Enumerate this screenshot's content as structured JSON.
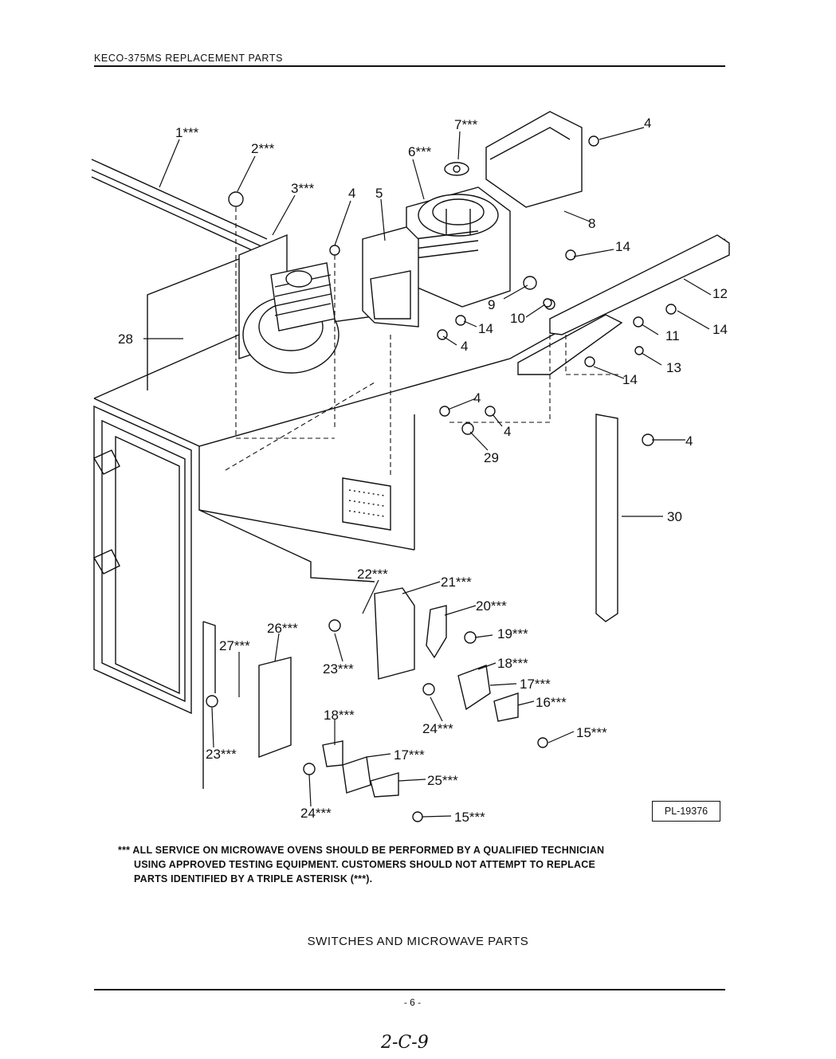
{
  "header": {
    "title": "KECO-375MS REPLACEMENT PARTS"
  },
  "callouts": [
    {
      "id": "c1",
      "text": "1***"
    },
    {
      "id": "c2",
      "text": "2***"
    },
    {
      "id": "c3",
      "text": "3***"
    },
    {
      "id": "c4a",
      "text": "4"
    },
    {
      "id": "c5",
      "text": "5"
    },
    {
      "id": "c6",
      "text": "6***"
    },
    {
      "id": "c7",
      "text": "7***"
    },
    {
      "id": "c4b",
      "text": "4"
    },
    {
      "id": "c8",
      "text": "8"
    },
    {
      "id": "c14a",
      "text": "14"
    },
    {
      "id": "c12",
      "text": "12"
    },
    {
      "id": "c14b",
      "text": "14"
    },
    {
      "id": "c9",
      "text": "9"
    },
    {
      "id": "c10",
      "text": "10"
    },
    {
      "id": "c14c",
      "text": "14"
    },
    {
      "id": "c11",
      "text": "11"
    },
    {
      "id": "c28",
      "text": "28"
    },
    {
      "id": "c4c",
      "text": "4"
    },
    {
      "id": "c13",
      "text": "13"
    },
    {
      "id": "c14d",
      "text": "14"
    },
    {
      "id": "c4d",
      "text": "4"
    },
    {
      "id": "c4e",
      "text": "4"
    },
    {
      "id": "c29",
      "text": "29"
    },
    {
      "id": "c4f",
      "text": "4"
    },
    {
      "id": "c30",
      "text": "30"
    },
    {
      "id": "c22",
      "text": "22***"
    },
    {
      "id": "c21",
      "text": "21***"
    },
    {
      "id": "c20",
      "text": "20***"
    },
    {
      "id": "c19",
      "text": "19***"
    },
    {
      "id": "c26",
      "text": "26***"
    },
    {
      "id": "c27",
      "text": "27***"
    },
    {
      "id": "c23a",
      "text": "23***"
    },
    {
      "id": "c18a",
      "text": "18***"
    },
    {
      "id": "c17a",
      "text": "17***"
    },
    {
      "id": "c16",
      "text": "16***"
    },
    {
      "id": "c24a",
      "text": "24***"
    },
    {
      "id": "c15a",
      "text": "15***"
    },
    {
      "id": "c18b",
      "text": "18***"
    },
    {
      "id": "c23b",
      "text": "23***"
    },
    {
      "id": "c17b",
      "text": "17***"
    },
    {
      "id": "c25",
      "text": "25***"
    },
    {
      "id": "c24b",
      "text": "24***"
    },
    {
      "id": "c15b",
      "text": "15***"
    }
  ],
  "diagram_id": "PL-19376",
  "note": {
    "line1": "*** ALL SERVICE ON MICROWAVE OVENS SHOULD BE PERFORMED BY A QUALIFIED TECHNICIAN",
    "line2": "USING APPROVED TESTING EQUIPMENT. CUSTOMERS SHOULD NOT ATTEMPT TO REPLACE",
    "line3": "PARTS IDENTIFIED BY A TRIPLE ASTERISK (***)."
  },
  "caption": "SWITCHES AND MICROWAVE PARTS",
  "page_number": "- 6 -",
  "handwritten": "2-C-9"
}
